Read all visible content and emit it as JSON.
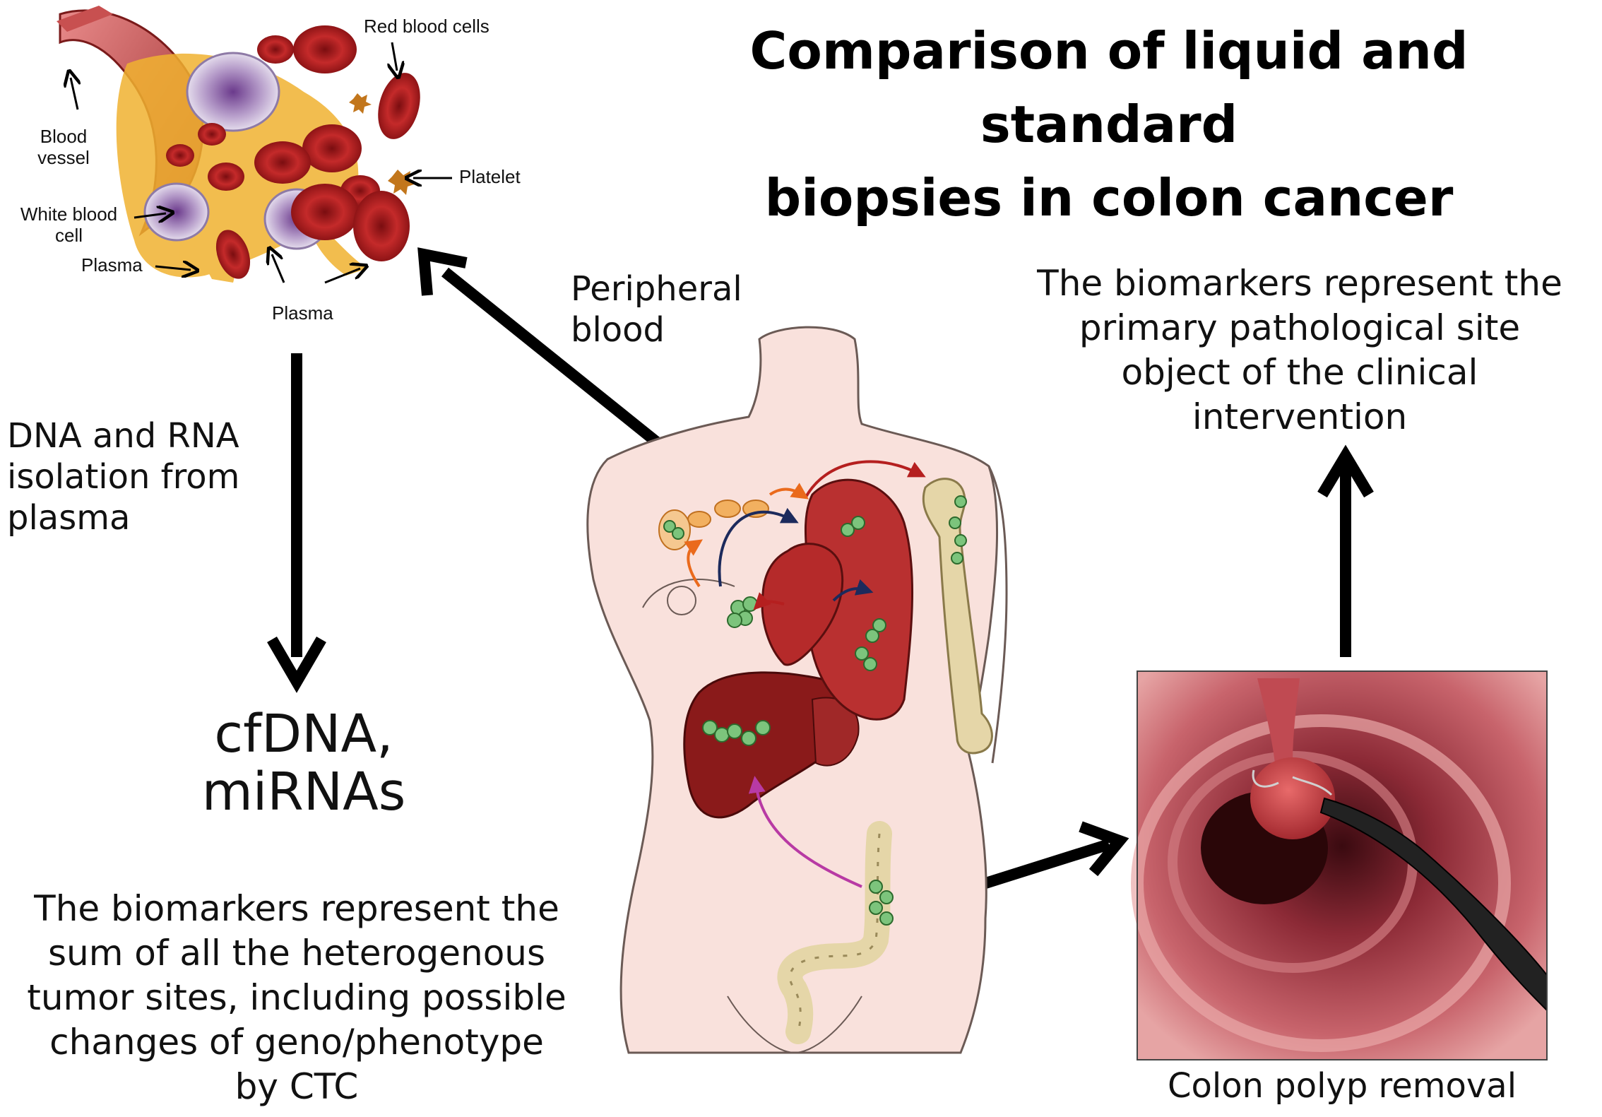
{
  "title_line1": "Comparison of liquid and standard",
  "title_line2": "biopsies in colon cancer",
  "blood_labels": {
    "red_blood_cells": "Red blood cells",
    "blood": "Blood",
    "vessel": "vessel",
    "platelet": "Platelet",
    "white_blood": "White blood",
    "cell": "cell",
    "plasma_left": "Plasma",
    "plasma_bottom": "Plasma"
  },
  "peripheral_line1": "Peripheral",
  "peripheral_line2": "blood",
  "dna_line1": "DNA and RNA",
  "dna_line2": "isolation from",
  "dna_line3": "plasma",
  "cfdna_line1": "cfDNA,",
  "cfdna_line2": "miRNAs",
  "liquid_lines": [
    "The biomarkers represent the",
    "sum of all the  heterogenous",
    "tumor sites, including possible",
    "changes of geno/phenotype",
    "by CTC"
  ],
  "standard_lines": [
    "The biomarkers represent the",
    "primary pathological site",
    "object of the clinical",
    "intervention"
  ],
  "polyp_caption": "Colon polyp removal",
  "colors": {
    "arrow": "#000000",
    "skin": "#f7dcd6",
    "organ": "#9e2424",
    "tumor": "#7cc47c",
    "bone": "#e5d6a8"
  }
}
